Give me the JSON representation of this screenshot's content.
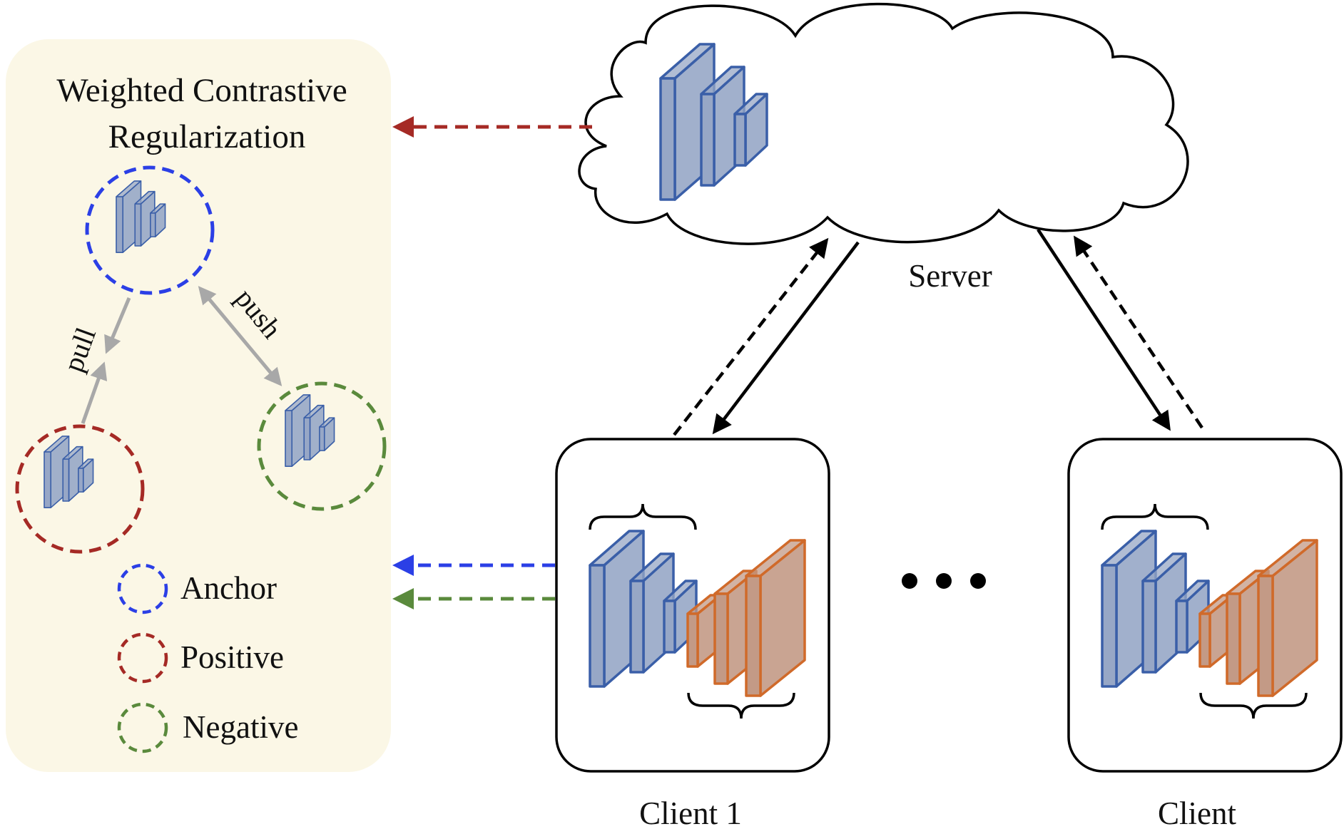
{
  "panel": {
    "title_line1": "Weighted Contrastive",
    "title_line2": "Regularization",
    "pull_label": "pull",
    "push_label": "push",
    "legend": [
      {
        "label": "Anchor",
        "color": "#2b3fe6"
      },
      {
        "label": "Positive",
        "color": "#a52a25"
      },
      {
        "label": "Negative",
        "color": "#5a8a3c"
      }
    ],
    "background_color": "#fbf7e6"
  },
  "server": {
    "label": "Server"
  },
  "clients": [
    {
      "label": "Client 1"
    },
    {
      "label": "Client"
    }
  ],
  "ellipsis": "•••",
  "colors": {
    "model_fill": "#97a7c6",
    "model_stroke": "#3a5fa8",
    "head_fill": "#c39a86",
    "head_stroke": "#d06a2a",
    "arrow_red": "#a52a25",
    "arrow_blue": "#2b3fe6",
    "arrow_green": "#5a8a3c",
    "arrow_gray": "#a8a8a8"
  }
}
